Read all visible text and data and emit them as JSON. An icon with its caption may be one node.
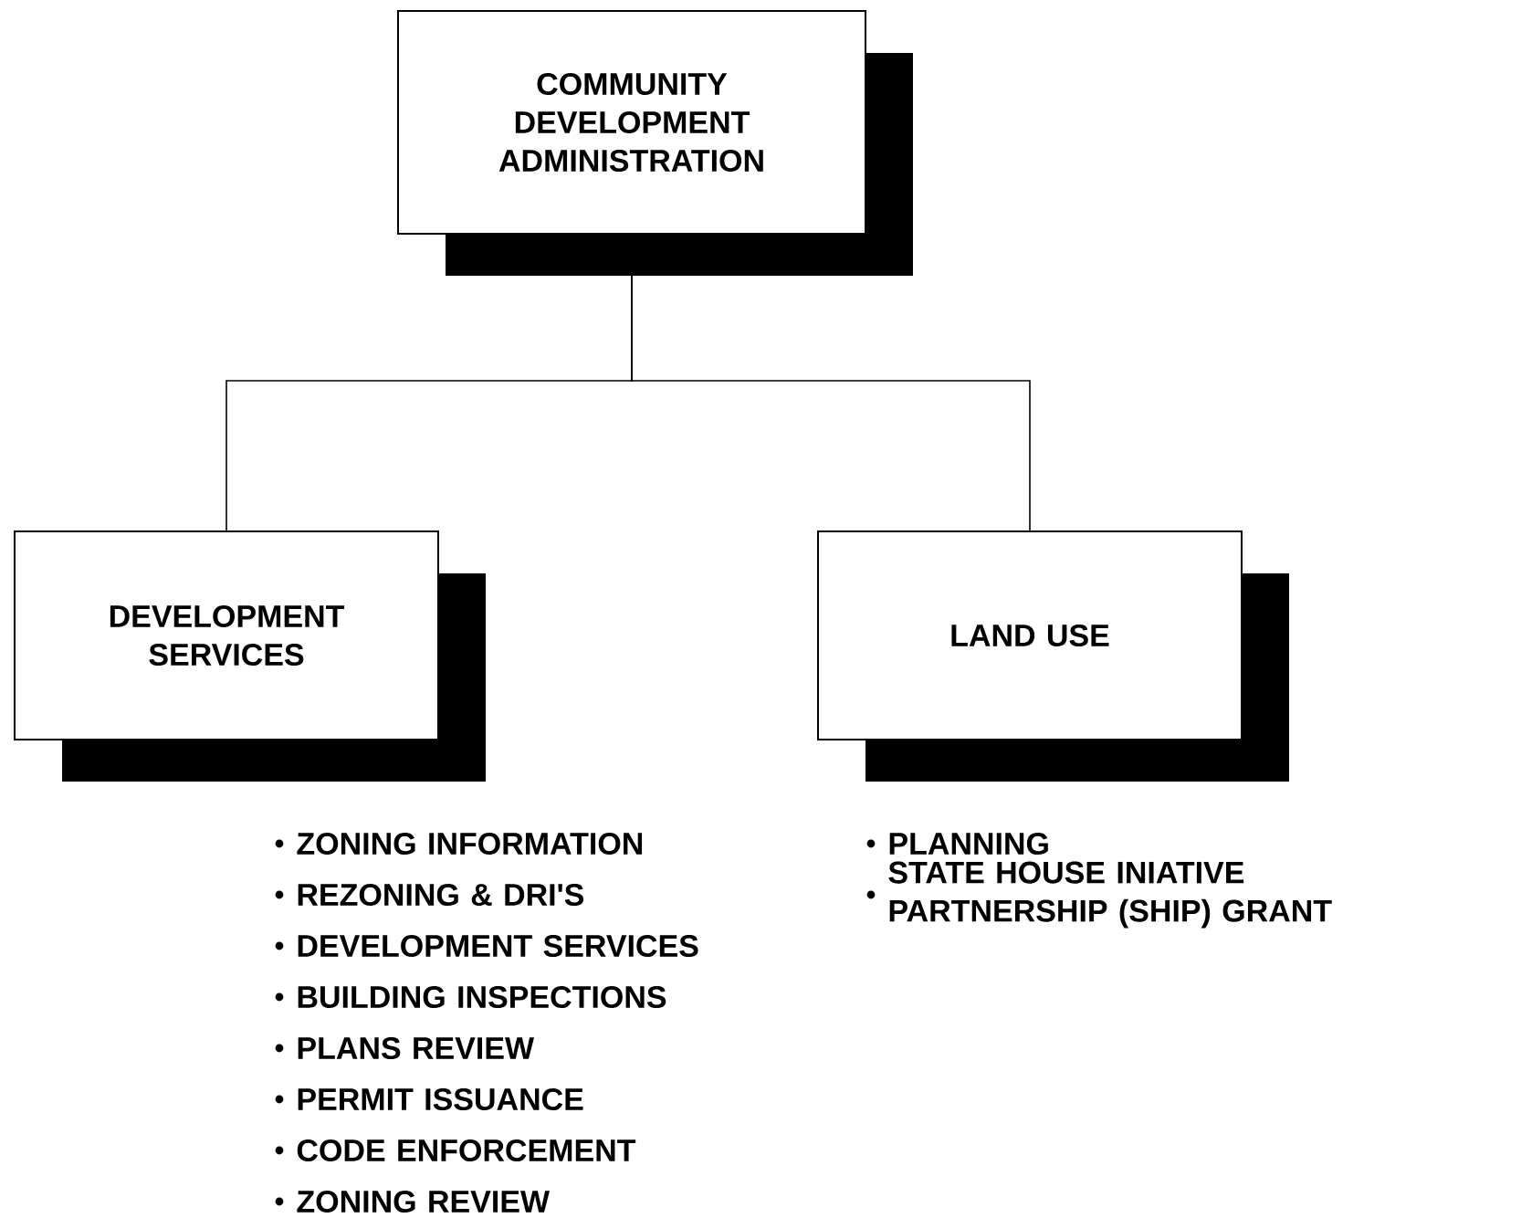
{
  "diagram": {
    "nodes": [
      {
        "text": [
          "COMMUNITY DEVELOPMENT ADMINISTRATION"
        ]
      },
      {
        "text": [
          "DEVELOPMENT SERVICES"
        ],
        "beside": [
          "ZONING INFORMATION",
          "REZONING & DRI'S",
          "DEVELOPMENT SERVICES",
          "BUILDING INSPECTIONS",
          "PLANS REVIEW",
          "PERMIT ISSUANCE",
          "CODE ENFORCEMENT",
          "ZONING REVIEW"
        ]
      },
      {
        "text": [
          "LAND USE"
        ],
        "beside": [
          "PLANNING",
          "STATE HOUSE INIATIVE PARTNERSHIP (SHIP) GRANT"
        ]
      }
    ],
    "edges": [
      {
        "from": 0,
        "to": 1,
        "arrow": "none"
      },
      {
        "from": 0,
        "to": 2,
        "arrow": "none"
      }
    ]
  }
}
